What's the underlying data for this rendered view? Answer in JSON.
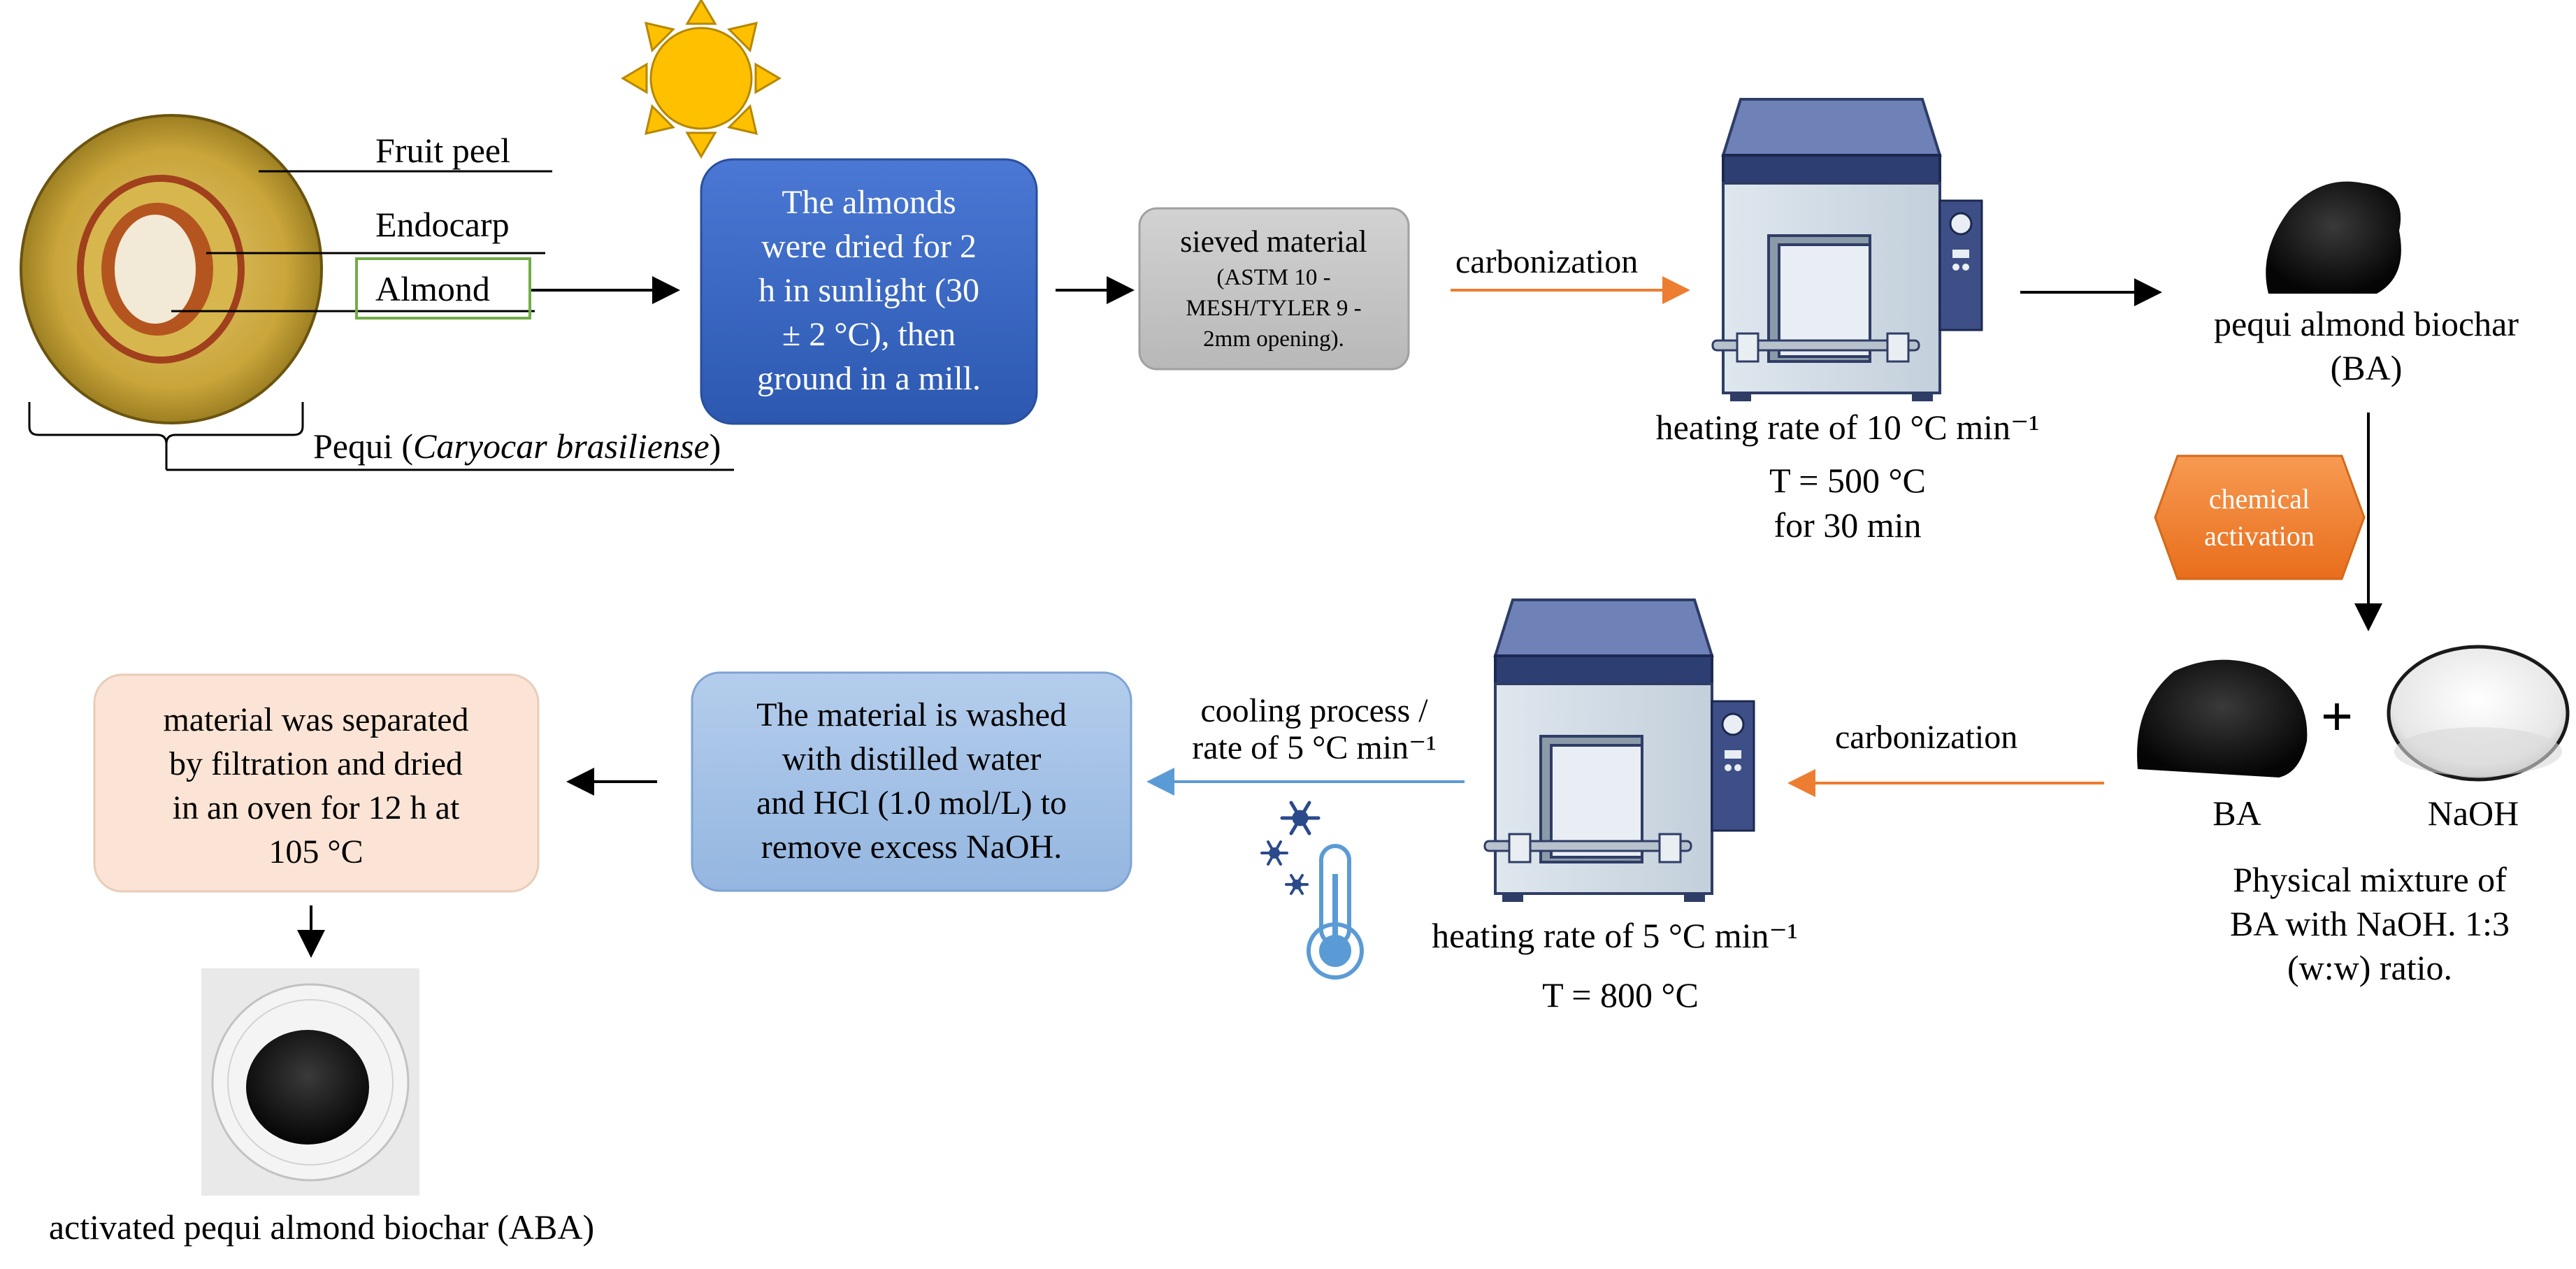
{
  "labels": {
    "fruit_peel": "Fruit peel",
    "endocarp": "Endocarp",
    "almond": "Almond",
    "pequi_prefix": "Pequi (",
    "pequi_species": "Caryocar brasiliense",
    "pequi_suffix": ")",
    "dried_step": [
      "The almonds",
      "were dried for 2",
      "h in sunlight (30",
      "± 2 °C), then",
      "ground in a mill."
    ],
    "sieved_title": "sieved material",
    "sieved_detail": [
      "(ASTM 10 -",
      "MESH/TYLER 9 -",
      "2mm opening)."
    ],
    "carbonization_1": "carbonization",
    "heating_rate_1": "heating rate of 10 °C min⁻¹",
    "temp_1": "T = 500 °C",
    "time_1": "for 30 min",
    "biochar": "pequi  almond biochar",
    "biochar_abbr": "(BA)",
    "chemical_activation": [
      "chemical",
      "activation"
    ],
    "plus": "+",
    "ba": "BA",
    "naoh": "NaOH",
    "mixture": [
      "Physical mixture of",
      "BA with NaOH.  1:3",
      "(w:w) ratio."
    ],
    "carbonization_2": "carbonization",
    "heating_rate_2": "heating rate of 5 °C min⁻¹",
    "temp_2": "T = 800 °C",
    "cooling": [
      "cooling process  /",
      "rate of 5 °C min⁻¹"
    ],
    "washed": [
      "The material is washed",
      "with distilled  water",
      "and HCl (1.0 mol/L) to",
      "remove excess NaOH."
    ],
    "separated": [
      "material was separated",
      "by filtration and dried",
      "in an oven for 12 h at",
      "105 °C"
    ],
    "activated": "activated pequi almond biochar (ABA)"
  },
  "colors": {
    "blue_box": "#3a68c4",
    "light_blue_box": "#a6c3e6",
    "peach_box": "#fbe4d5",
    "gray_box": "#c8c8c8",
    "orange_arrow": "#ed7d31",
    "blue_arrow": "#5b9bd5",
    "sun": "#ffc000",
    "green_box": "#70ad47"
  },
  "icons": [
    "sun-icon",
    "furnace-icon",
    "snowflake-icon",
    "thermometer-icon",
    "biochar-pile-icon",
    "naoh-pile-icon",
    "pequi-fruit-image",
    "petri-dish-image"
  ]
}
